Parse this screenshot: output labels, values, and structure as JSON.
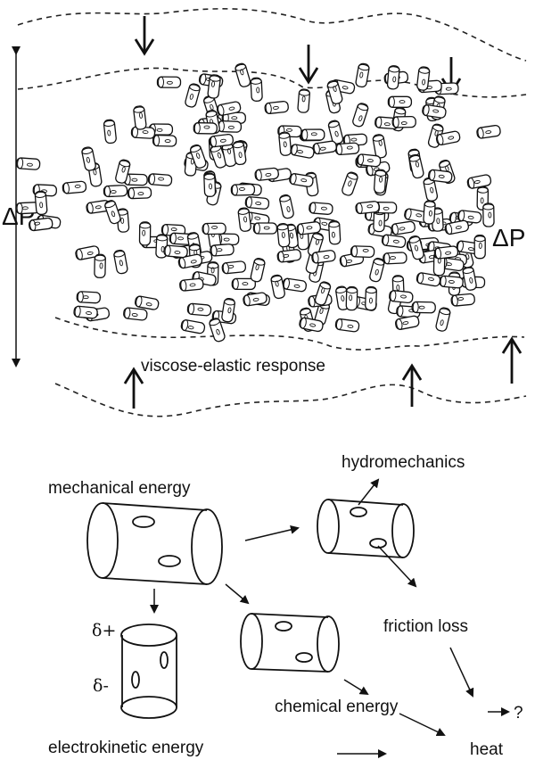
{
  "top_panel": {
    "pressure_label_left": "ΔP",
    "pressure_label_right": "ΔP",
    "response_label": "viscose-elastic response"
  },
  "bottom_panel": {
    "mechanical_energy": "mechanical energy",
    "hydromechanics": "hydromechanics",
    "friction_loss": "friction loss",
    "chemical_energy": "chemical energy",
    "electrokinetic_energy": "electrokinetic energy",
    "heat": "heat",
    "unknown": "?",
    "delta_plus": "δ+",
    "delta_minus": "δ-"
  }
}
